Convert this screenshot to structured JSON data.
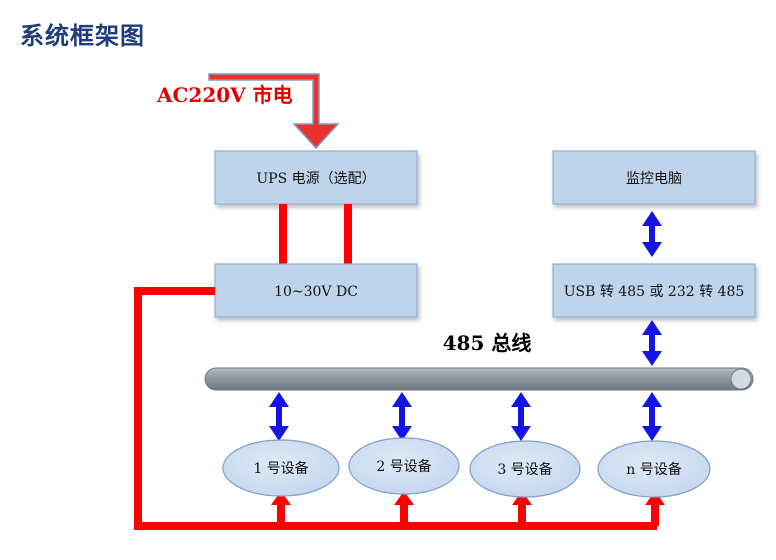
{
  "page": {
    "title": "系统框架图"
  },
  "power_input": {
    "label": "AC220V 市电"
  },
  "blocks": {
    "ups": "UPS 电源（选配）",
    "dc": "10~30V DC",
    "monitor_pc": "监控电脑",
    "converter": "USB 转 485 或 232 转 485"
  },
  "bus": {
    "label": "485 总线"
  },
  "devices": [
    "1 号设备",
    "2 号设备",
    "3 号设备",
    "n 号设备"
  ],
  "colors": {
    "power_line": "#ff0000",
    "data_arrow": "#1414e6",
    "box_fill": "#bdd4ea",
    "box_stroke": "#8eaed0",
    "device_fill": "#c6d9f0",
    "device_stroke": "#7f9fc6",
    "bus_fill": "#8f9aa3",
    "ac_label": "#e00000",
    "input_arrow_fill": "#e8322c",
    "input_arrow_stroke": "#7d9cc8"
  }
}
